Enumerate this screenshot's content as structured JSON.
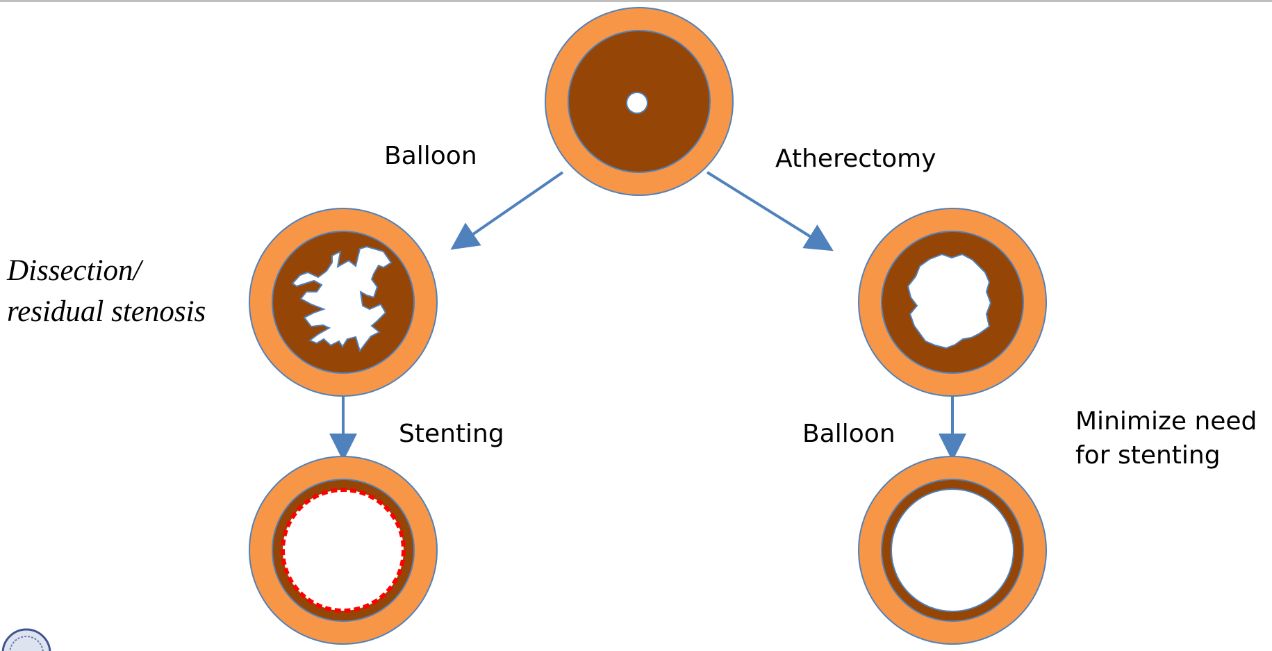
{
  "colors": {
    "outer_ring": "#f79646",
    "vessel_wall": "#954505",
    "lumen": "#ffffff",
    "outline": "#4f81bd",
    "arrow": "#4f81bd",
    "stent": "#ff0000"
  },
  "labels": {
    "balloon_left": "Balloon",
    "atherectomy": "Atherectomy",
    "dissection_line1": "Dissection/",
    "dissection_line2": "residual stenosis",
    "stenting": "Stenting",
    "balloon_right": "Balloon",
    "minimize_line1": "Minimize need",
    "minimize_line2": "for stenting"
  },
  "nodes": [
    {
      "name": "stenosed-vessel",
      "lumen": "pinhole"
    },
    {
      "name": "balloon-result-vessel",
      "lumen": "dissection"
    },
    {
      "name": "atherectomy-result-vessel",
      "lumen": "irregular-open"
    },
    {
      "name": "stented-vessel",
      "lumen": "full-with-stent"
    },
    {
      "name": "final-balloon-vessel",
      "lumen": "full"
    }
  ],
  "icons": [
    "seal-logo-icon"
  ]
}
